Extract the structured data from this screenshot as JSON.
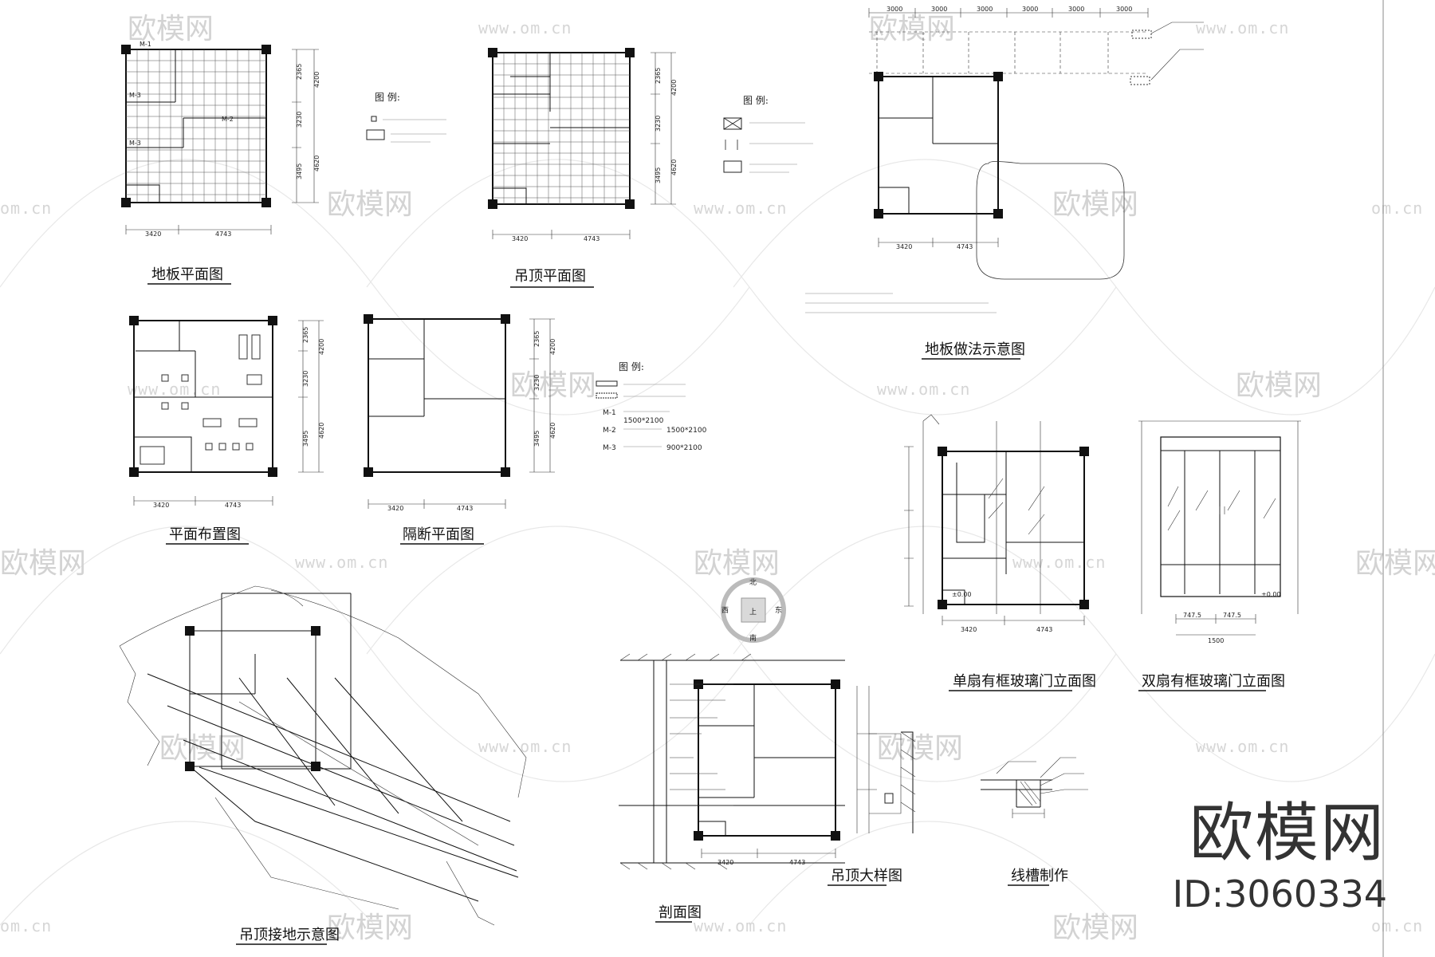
{
  "watermark": {
    "logo_text": "欧模网",
    "url_text": "www.om.cn",
    "url_short": "om.cn"
  },
  "brand": {
    "name": "欧模网",
    "id_label": "ID:3060334"
  },
  "drawings": {
    "floor_plan": {
      "title": "地板平面图",
      "dims_bottom": [
        "3420",
        "4743"
      ],
      "dims_right": [
        "2365",
        "3230",
        "3495",
        "4200",
        "4620"
      ],
      "door_labels": [
        "M-1",
        "M-2",
        "M-3",
        "M-3"
      ]
    },
    "ceiling_plan": {
      "title": "吊顶平面图",
      "dims_bottom": [
        "3420",
        "4743"
      ],
      "dims_right": [
        "2365",
        "3230",
        "3495",
        "4200",
        "4620"
      ]
    },
    "layout_plan": {
      "title": "平面布置图",
      "dims_bottom": [
        "3420",
        "4743"
      ],
      "dims_right": [
        "2365",
        "3230",
        "3495",
        "4200",
        "4620"
      ]
    },
    "partition_plan": {
      "title": "隔断平面图",
      "dims_bottom": [
        "3420",
        "4743"
      ],
      "dims_right": [
        "2365",
        "3230",
        "3495",
        "4200",
        "4620"
      ]
    },
    "floor_method": {
      "title": "地板做法示意图",
      "dims_top": [
        "3000",
        "3000",
        "3000",
        "3000",
        "3000",
        "3000"
      ],
      "dims_bottom": [
        "3420",
        "4743"
      ]
    },
    "single_door_elev": {
      "title": "单扇有框玻璃门立面图"
    },
    "double_door_elev": {
      "title": "双扇有框玻璃门立面图",
      "dims": [
        "747.5",
        "747.5",
        "1500"
      ],
      "level": "±0.00"
    },
    "ceiling_install": {
      "title": "吊顶接地示意图"
    },
    "section": {
      "title": "剖面图",
      "dims": [
        "3420",
        "4743"
      ]
    },
    "ceiling_detail": {
      "title": "吊顶大样图"
    },
    "trough_detail": {
      "title": "线槽制作"
    }
  },
  "legends": {
    "floor": {
      "heading": "图 例:"
    },
    "ceiling": {
      "heading": "图 例:"
    },
    "partition": {
      "heading": "图 例:",
      "items": [
        "M-1",
        "M-2",
        "M-3"
      ],
      "values": [
        "1500*2100",
        "1500*2100",
        "900*2100"
      ]
    }
  },
  "compass": {
    "north": "北",
    "south": "南",
    "east": "东",
    "west": "西",
    "center": "上"
  }
}
